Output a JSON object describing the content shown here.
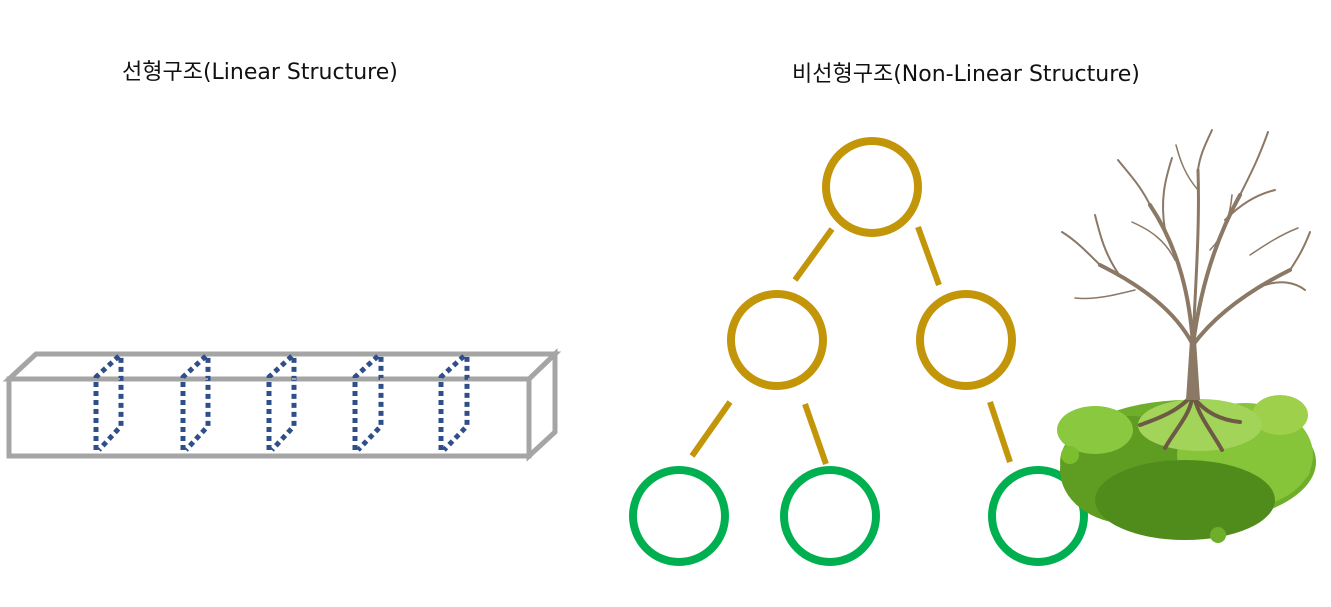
{
  "linear": {
    "title": "선형구조(Linear Structure)",
    "divider_count": 5
  },
  "nonlinear": {
    "title": "비선형구조(Non-Linear Structure)",
    "nodes": [
      {
        "id": "root",
        "level": 0,
        "role": "root"
      },
      {
        "id": "left",
        "level": 1,
        "role": "internal"
      },
      {
        "id": "right",
        "level": 1,
        "role": "internal"
      },
      {
        "id": "left-left",
        "level": 2,
        "role": "leaf"
      },
      {
        "id": "left-right",
        "level": 2,
        "role": "leaf"
      },
      {
        "id": "right-right",
        "level": 2,
        "role": "leaf"
      }
    ],
    "edges": [
      [
        "root",
        "left"
      ],
      [
        "root",
        "right"
      ],
      [
        "left",
        "left-left"
      ],
      [
        "left",
        "left-right"
      ],
      [
        "right",
        "right-right"
      ]
    ]
  },
  "illustration": {
    "name": "tree-with-roots",
    "depicts": "tree"
  },
  "colors": {
    "box_outline": "#a5a5a5",
    "divider_dots": "#2f4f8a",
    "internal_node": "#c39509",
    "leaf_node": "#00b050",
    "edge": "#c39509",
    "foliage": "#7cbf2e",
    "branch": "#8b7865"
  }
}
